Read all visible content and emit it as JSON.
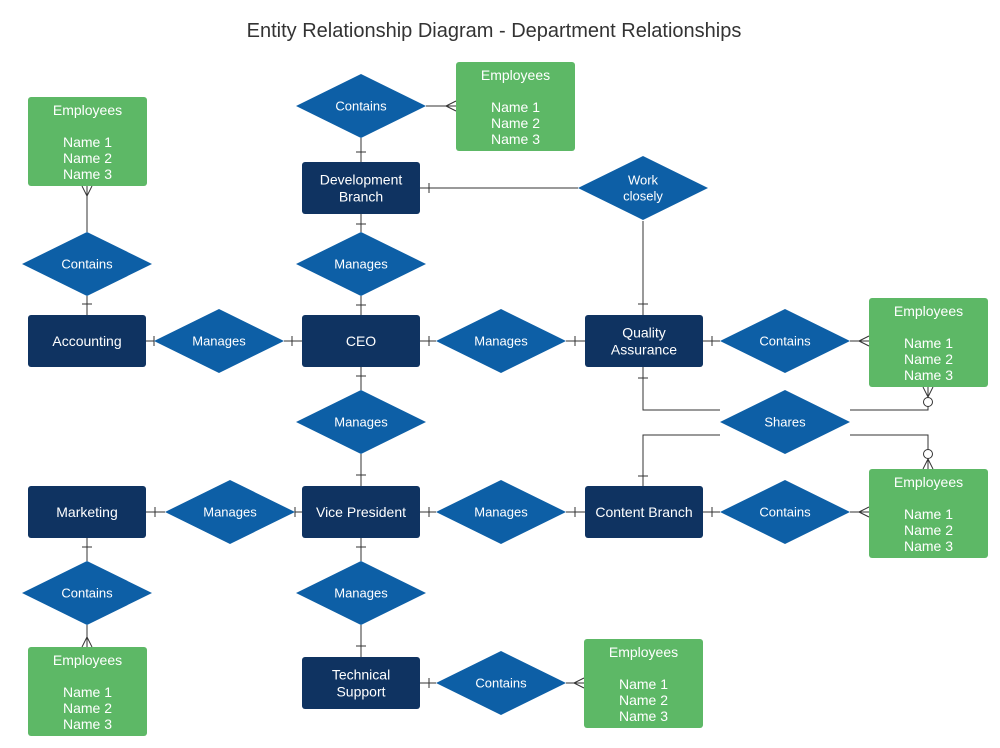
{
  "title": "Entity Relationship Diagram - Department Relationships",
  "colors": {
    "entity": "#0f3361",
    "relationship": "#0d5fa6",
    "attribute_box": "#5db866",
    "line": "#333333",
    "text": "#ffffff"
  },
  "entities": [
    {
      "id": "dev",
      "lines": [
        "Development",
        "Branch"
      ]
    },
    {
      "id": "acc",
      "lines": [
        "Accounting"
      ]
    },
    {
      "id": "ceo",
      "lines": [
        "CEO"
      ]
    },
    {
      "id": "qa",
      "lines": [
        "Quality",
        "Assurance"
      ]
    },
    {
      "id": "mkt",
      "lines": [
        "Marketing"
      ]
    },
    {
      "id": "vp",
      "lines": [
        "Vice President"
      ]
    },
    {
      "id": "content",
      "lines": [
        "Content Branch"
      ]
    },
    {
      "id": "tech",
      "lines": [
        "Technical",
        "Support"
      ]
    }
  ],
  "relationships": [
    {
      "id": "r-dev-contains",
      "lines": [
        "Contains"
      ]
    },
    {
      "id": "r-work",
      "lines": [
        "Work",
        "closely"
      ]
    },
    {
      "id": "r-acc-contains",
      "lines": [
        "Contains"
      ]
    },
    {
      "id": "r-ceo-dev",
      "lines": [
        "Manages"
      ]
    },
    {
      "id": "r-ceo-acc",
      "lines": [
        "Manages"
      ]
    },
    {
      "id": "r-ceo-qa",
      "lines": [
        "Manages"
      ]
    },
    {
      "id": "r-qa-contains",
      "lines": [
        "Contains"
      ]
    },
    {
      "id": "r-ceo-vp",
      "lines": [
        "Manages"
      ]
    },
    {
      "id": "r-shares",
      "lines": [
        "Shares"
      ]
    },
    {
      "id": "r-vp-mkt",
      "lines": [
        "Manages"
      ]
    },
    {
      "id": "r-vp-content",
      "lines": [
        "Manages"
      ]
    },
    {
      "id": "r-content-contains",
      "lines": [
        "Contains"
      ]
    },
    {
      "id": "r-mkt-contains",
      "lines": [
        "Contains"
      ]
    },
    {
      "id": "r-vp-tech",
      "lines": [
        "Manages"
      ]
    },
    {
      "id": "r-tech-contains",
      "lines": [
        "Contains"
      ]
    }
  ],
  "employee_boxes": [
    {
      "id": "emp-dev",
      "title": "Employees",
      "names": [
        "Name 1",
        "Name 2",
        "Name 3"
      ]
    },
    {
      "id": "emp-acc",
      "title": "Employees",
      "names": [
        "Name 1",
        "Name 2",
        "Name 3"
      ]
    },
    {
      "id": "emp-qa",
      "title": "Employees",
      "names": [
        "Name 1",
        "Name 2",
        "Name 3"
      ]
    },
    {
      "id": "emp-content",
      "title": "Employees",
      "names": [
        "Name 1",
        "Name 2",
        "Name 3"
      ]
    },
    {
      "id": "emp-mkt",
      "title": "Employees",
      "names": [
        "Name 1",
        "Name 2",
        "Name 3"
      ]
    },
    {
      "id": "emp-tech",
      "title": "Employees",
      "names": [
        "Name 1",
        "Name 2",
        "Name 3"
      ]
    }
  ]
}
